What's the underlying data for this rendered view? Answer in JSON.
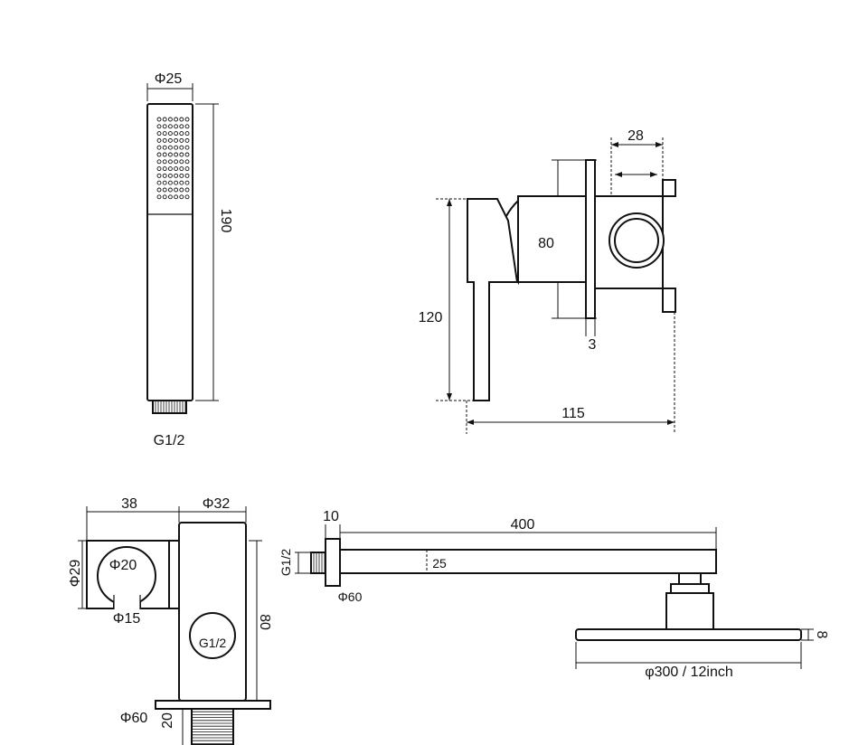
{
  "hand_shower": {
    "diameter": "Φ25",
    "length": "190",
    "thread": "G1/2"
  },
  "mixer_valve": {
    "top_width": "28",
    "body_height": "80",
    "handle_height": "120",
    "plate_thickness": "3",
    "total_depth": "115"
  },
  "holder": {
    "width": "38",
    "body_diameter": "Φ32",
    "holder_diameter": "Φ29",
    "ring_diameter": "Φ20",
    "slot_width": "Φ15",
    "outlet_thread": "G1/2",
    "height": "80",
    "flange_diameter": "Φ60",
    "thread_length": "20"
  },
  "shower_arm": {
    "flange_thickness": "10",
    "length": "400",
    "thread": "G1/2",
    "arm_width": "25",
    "flange_diameter": "Φ60"
  },
  "shower_head": {
    "thickness": "8",
    "diameter": "φ300 / 12inch"
  }
}
